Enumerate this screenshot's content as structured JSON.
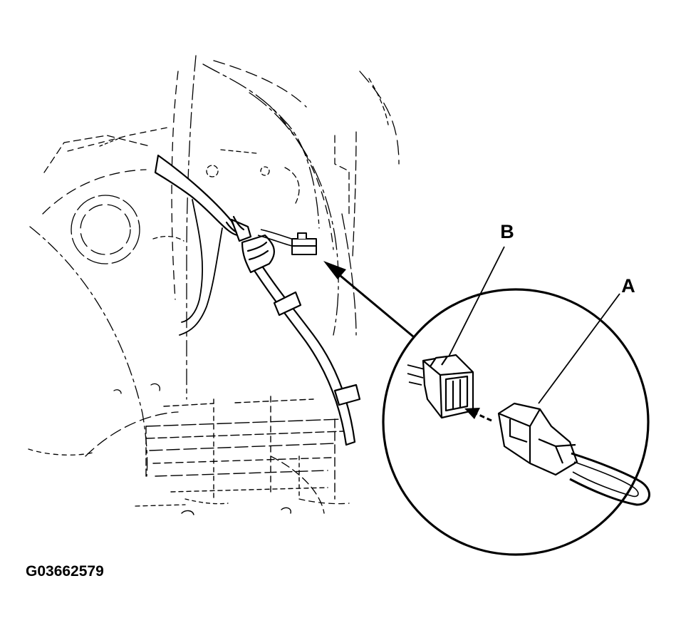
{
  "diagram": {
    "labels": {
      "a": "A",
      "b": "B"
    },
    "figure_id": "G03662579"
  },
  "colors": {
    "ink": "#000000",
    "background": "#ffffff"
  }
}
